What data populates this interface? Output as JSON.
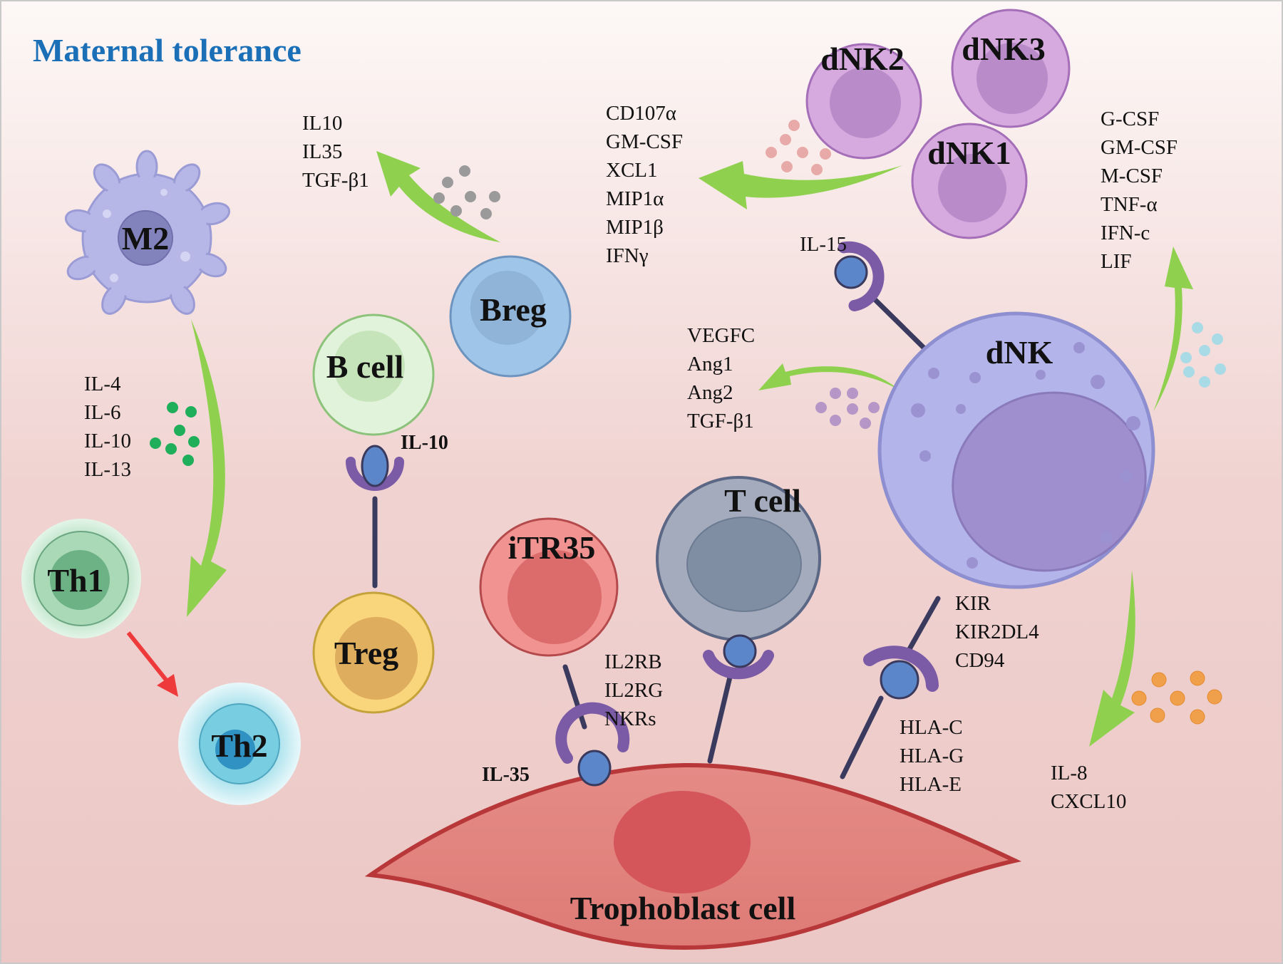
{
  "title": "Maternal tolerance",
  "colors": {
    "title": "#1a6fb7",
    "arrow_green": "#8fd14f",
    "arrow_red": "#ee3a3a",
    "linker": "#3a3a5e",
    "receptor": "#7b5aa6",
    "ligand": "#5b86c9"
  },
  "cells": {
    "m2": "M2",
    "th1": "Th1",
    "th2": "Th2",
    "b_cell": "B cell",
    "treg": "Treg",
    "breg": "Breg",
    "itr35": "iTR35",
    "t_cell": "T cell",
    "dnk": "dNK",
    "dnk1": "dNK1",
    "dnk2": "dNK2",
    "dnk3": "dNK3",
    "trophoblast": "Trophoblast cell"
  },
  "labels": {
    "il10_receptor": "IL-10",
    "il15": "IL-15",
    "il35": "IL-35"
  },
  "lists": {
    "m2_cytokines": [
      "IL-4",
      "IL-6",
      "IL-10",
      "IL-13"
    ],
    "breg_cytokines": [
      "IL10",
      "IL35",
      "TGF-β1"
    ],
    "dnk_subset_factors": [
      "CD107α",
      "GM-CSF",
      "XCL1",
      "MIP1α",
      "MIP1β",
      "IFNγ"
    ],
    "dnk_right_factors": [
      "G-CSF",
      "GM-CSF",
      "M-CSF",
      "TNF-α",
      "IFN-c",
      "LIF"
    ],
    "dnk_angio_factors": [
      "VEGFC",
      "Ang1",
      "Ang2",
      "TGF-β1"
    ],
    "dnk_receptors": [
      "KIR",
      "KIR2DL4",
      "CD94"
    ],
    "itr35_receptors": [
      "IL2RB",
      "IL2RG",
      "NKRs"
    ],
    "hla": [
      "HLA-C",
      "HLA-G",
      "HLA-E"
    ],
    "chemokines": [
      "IL-8",
      "CXCL10"
    ]
  }
}
